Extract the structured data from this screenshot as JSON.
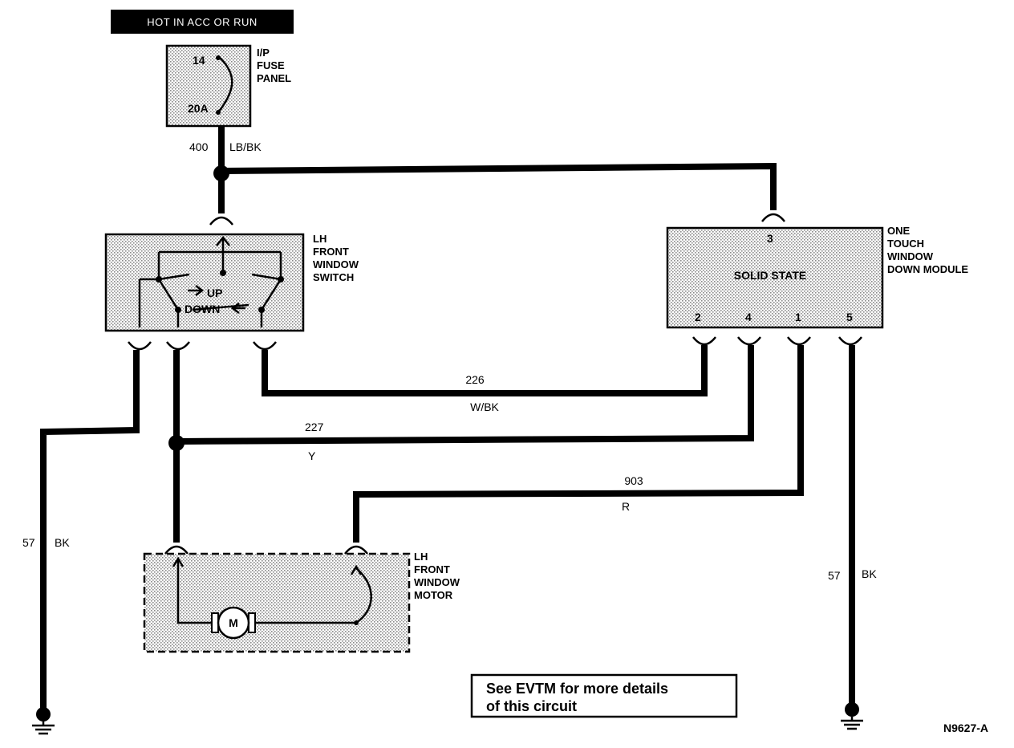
{
  "header_label": "HOT IN ACC OR RUN",
  "fuse_panel": {
    "lines": [
      "I/P",
      "FUSE",
      "PANEL"
    ],
    "fuse_number": "14",
    "fuse_rating": "20A"
  },
  "switch": {
    "lines": [
      "LH",
      "FRONT",
      "WINDOW",
      "SWITCH"
    ],
    "up_label": "UP",
    "down_label": "DOWN"
  },
  "module": {
    "lines": [
      "ONE",
      "TOUCH",
      "WINDOW",
      "DOWN MODULE"
    ],
    "center_label": "SOLID STATE",
    "pins": [
      "3",
      "2",
      "4",
      "1",
      "5"
    ]
  },
  "motor": {
    "lines": [
      "LH",
      "FRONT",
      "WINDOW",
      "MOTOR"
    ],
    "symbol": "M"
  },
  "circuits": [
    {
      "number": "400",
      "color": "LB/BK"
    },
    {
      "number": "226",
      "color": "W/BK"
    },
    {
      "number": "227",
      "color": "Y"
    },
    {
      "number": "903",
      "color": "R"
    },
    {
      "number": "57",
      "color": "BK"
    },
    {
      "number": "57",
      "color": "BK"
    }
  ],
  "note": {
    "lines": [
      "See EVTM for more details",
      "of this circuit"
    ]
  },
  "figure_id": "N9627-A"
}
